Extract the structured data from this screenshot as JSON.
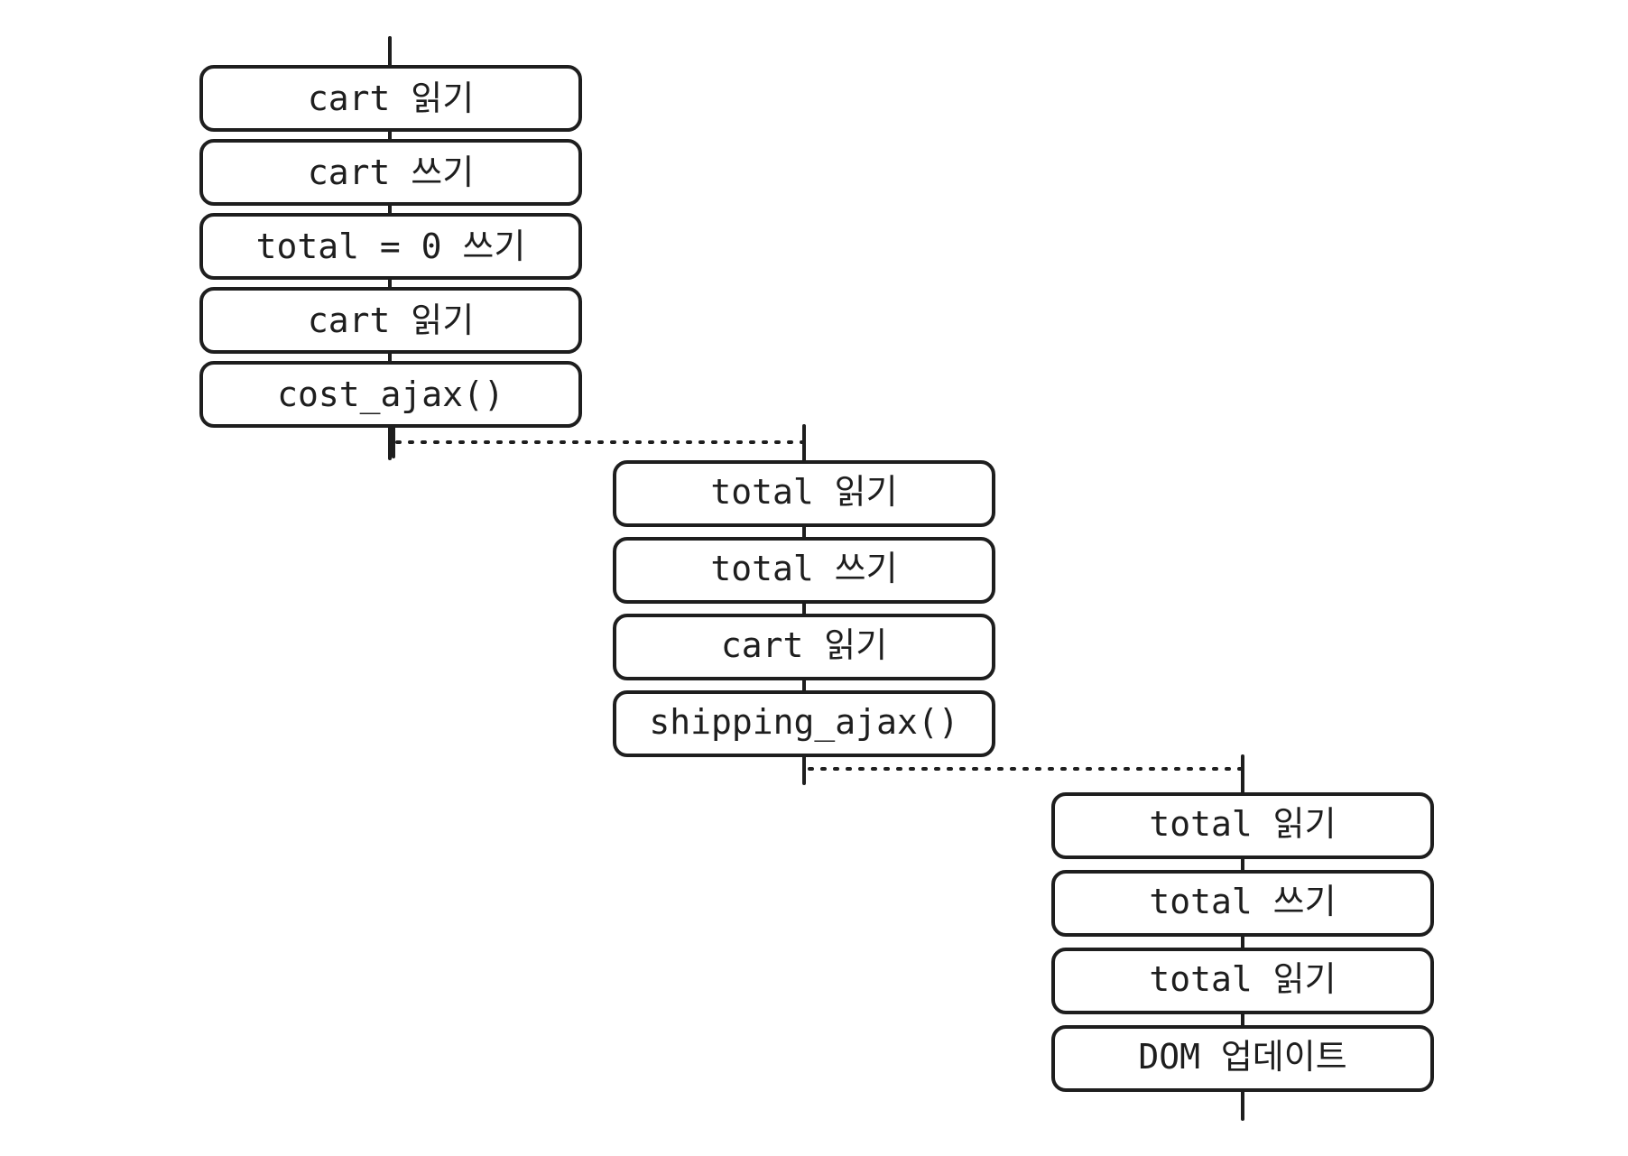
{
  "colors": {
    "stroke": "#1e1e1e",
    "background": "#ffffff"
  },
  "timelines": [
    {
      "id": "timeline-1",
      "steps": [
        "cart 읽기",
        "cart 쓰기",
        "total = 0 쓰기",
        "cart 읽기",
        "cost_ajax()"
      ]
    },
    {
      "id": "timeline-2",
      "steps": [
        "total 읽기",
        "total 쓰기",
        "cart 읽기",
        "shipping_ajax()"
      ]
    },
    {
      "id": "timeline-3",
      "steps": [
        "total 읽기",
        "total 쓰기",
        "total 읽기",
        "DOM 업데이트"
      ]
    }
  ]
}
